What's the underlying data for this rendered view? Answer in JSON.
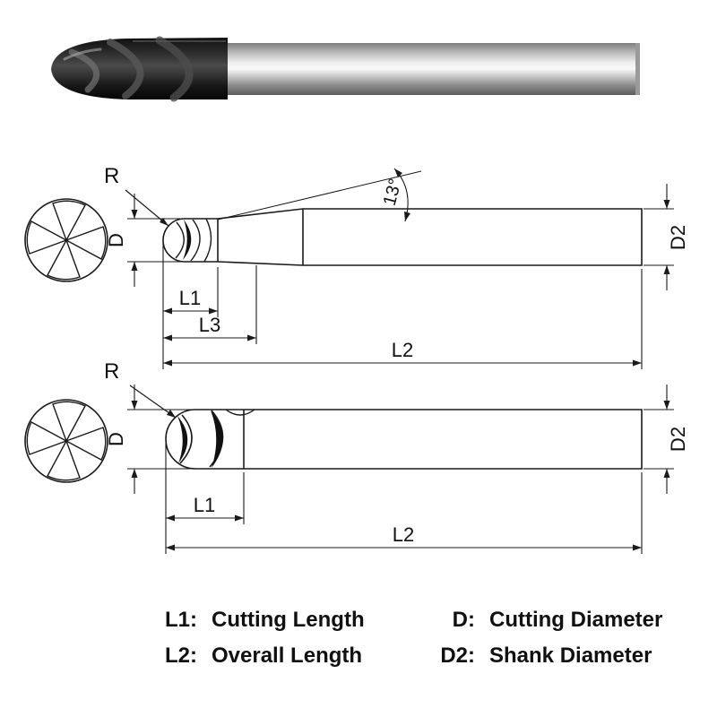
{
  "photo": {
    "name": "ball-nose-end-mill-product-photo"
  },
  "drawing1": {
    "r": "R",
    "d": "D",
    "d2": "D2",
    "l1": "L1",
    "l3": "L3",
    "l2": "L2",
    "angle": "13°"
  },
  "drawing2": {
    "r": "R",
    "d": "D",
    "d2": "D2",
    "l1": "L1",
    "l2": "L2"
  },
  "legend": {
    "items": [
      {
        "key": "L1:",
        "desc": "Cutting Length"
      },
      {
        "key": "D:",
        "desc": "Cutting Diameter"
      },
      {
        "key": "L2:",
        "desc": "Overall Length"
      },
      {
        "key": "D2:",
        "desc": "Shank Diameter"
      }
    ]
  },
  "colors": {
    "line": "#1a1a1a",
    "text": "#111111",
    "shank_metal": "#d9d9d9",
    "tip_coating": "#1b1b1b"
  }
}
